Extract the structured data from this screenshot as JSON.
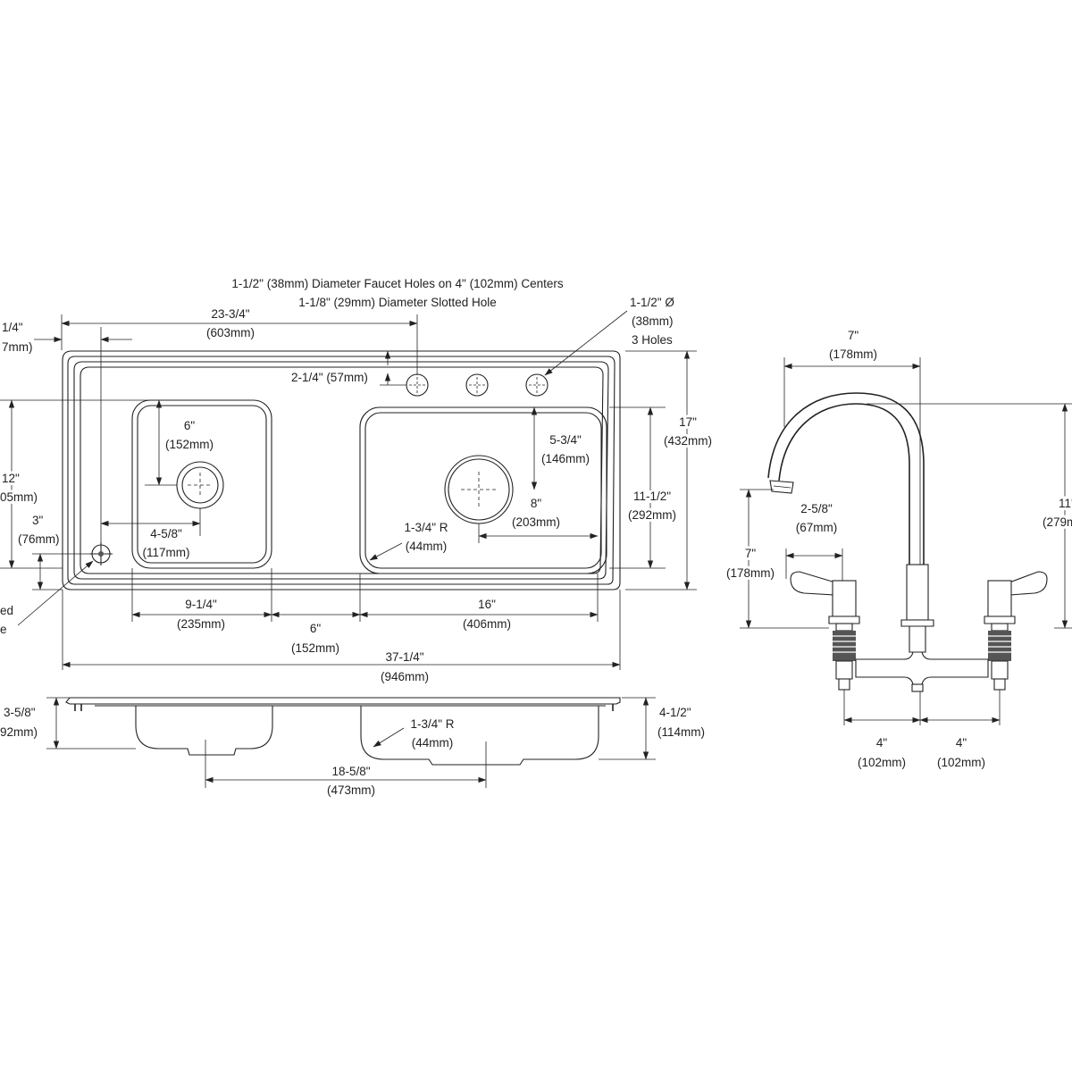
{
  "notes": {
    "faucet_holes": "1-1/2\" (38mm) Diameter Faucet Holes on 4\" (102mm) Centers",
    "slotted_hole": "1-1/8\" (29mm) Diameter Slotted Hole"
  },
  "dimensions": {
    "left_edge_in": "1/4\"",
    "left_edge_mm": "7mm)",
    "d23": "23-3/4\"",
    "d23_mm": "(603mm)",
    "hole_dia": "1-1/2\" Ø",
    "hole_dia_mm": "(38mm)",
    "hole_count": "3 Holes",
    "d2_25": "2-1/4\" (57mm)",
    "d17": "17\"",
    "d17_mm": "(432mm)",
    "d12": "12\"",
    "d12_mm": "05mm)",
    "d6v": "6\"",
    "d6v_mm": "(152mm)",
    "d5_75": "5-3/4\"",
    "d5_75_mm": "(146mm)",
    "d11_5": "11-1/2\"",
    "d11_5_mm": "(292mm)",
    "d8": "8\"",
    "d8_mm": "(203mm)",
    "d3": "3\"",
    "d3_mm": "(76mm)",
    "d4_625": "4-5/8\"",
    "d4_625_mm": "(117mm)",
    "r1_75": "1-3/4\" R",
    "r1_75_mm": "(44mm)",
    "slot_label_1": "ed",
    "slot_label_2": "e",
    "d9_25": "9-1/4\"",
    "d9_25_mm": "(235mm)",
    "d16": "16\"",
    "d16_mm": "(406mm)",
    "d6h": "6\"",
    "d6h_mm": "(152mm)",
    "d37_25": "37-1/4\"",
    "d37_25_mm": "(946mm)",
    "d3_625": "3-5/8\"",
    "d3_625_mm": "92mm)",
    "d4_5": "4-1/2\"",
    "d4_5_mm": "(114mm)",
    "r1_75b": "1-3/4\" R",
    "r1_75b_mm": "(44mm)",
    "d18_625": "18-5/8\"",
    "d18_625_mm": "(473mm)"
  },
  "faucet": {
    "d7_top": "7\"",
    "d7_top_mm": "(178mm)",
    "d11": "11'",
    "d11_mm": "(279m",
    "d2_625": "2-5/8\"",
    "d2_625_mm": "(67mm)",
    "d7_side": "7\"",
    "d7_side_mm": "(178mm)",
    "d4_left": "4\"",
    "d4_left_mm": "(102mm)",
    "d4_right": "4\"",
    "d4_right_mm": "(102mm)"
  }
}
